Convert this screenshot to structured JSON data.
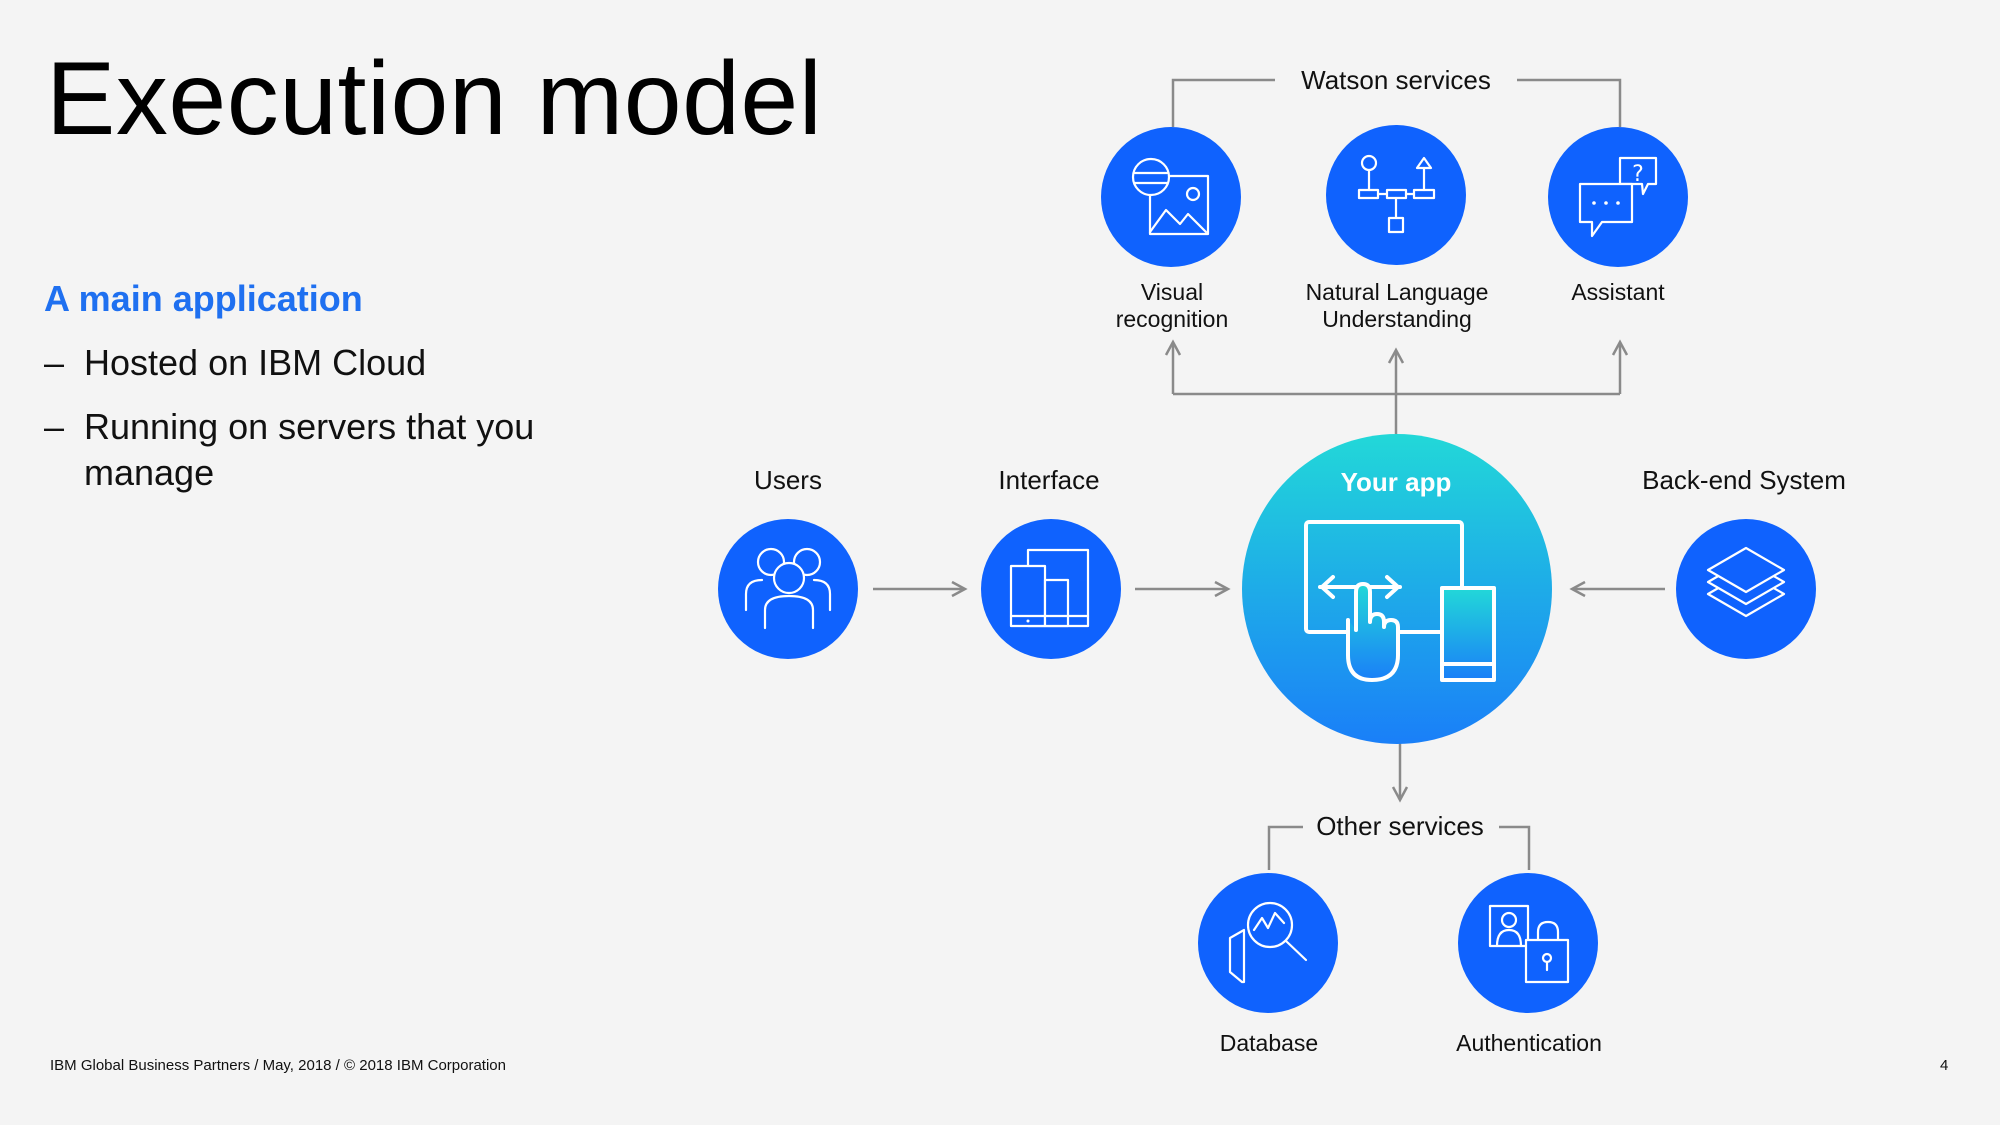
{
  "slide": {
    "title": "Execution model",
    "subhead": "A main application",
    "bullets": [
      "Hosted on IBM Cloud",
      "Running on servers that you manage"
    ],
    "bullet_marker": "–",
    "footer": "IBM Global Business Partners / May, 2018 / © 2018 IBM Corporation",
    "page_number": "4"
  },
  "diagram": {
    "watson_group": "Watson services",
    "other_group": "Other services",
    "nodes": {
      "visual_recognition": "Visual recognition",
      "nlu": "Natural Language Understanding",
      "assistant": "Assistant",
      "users": "Users",
      "interface": "Interface",
      "your_app": "Your app",
      "backend": "Back-end System",
      "database": "Database",
      "authentication": "Authentication"
    },
    "icons": {
      "visual_recognition": "image-recognition-icon",
      "nlu": "language-tree-icon",
      "assistant": "chat-bubbles-icon",
      "users": "users-group-icon",
      "interface": "devices-icon",
      "your_app": "touch-app-icon",
      "backend": "layers-stack-icon",
      "database": "data-analytics-icon",
      "authentication": "user-lock-icon"
    },
    "colors": {
      "node_blue": "#0f62fe",
      "app_gradient_top": "#22d8d8",
      "app_gradient_bottom": "#1a7ff8",
      "connector": "#8a8a8a"
    }
  }
}
